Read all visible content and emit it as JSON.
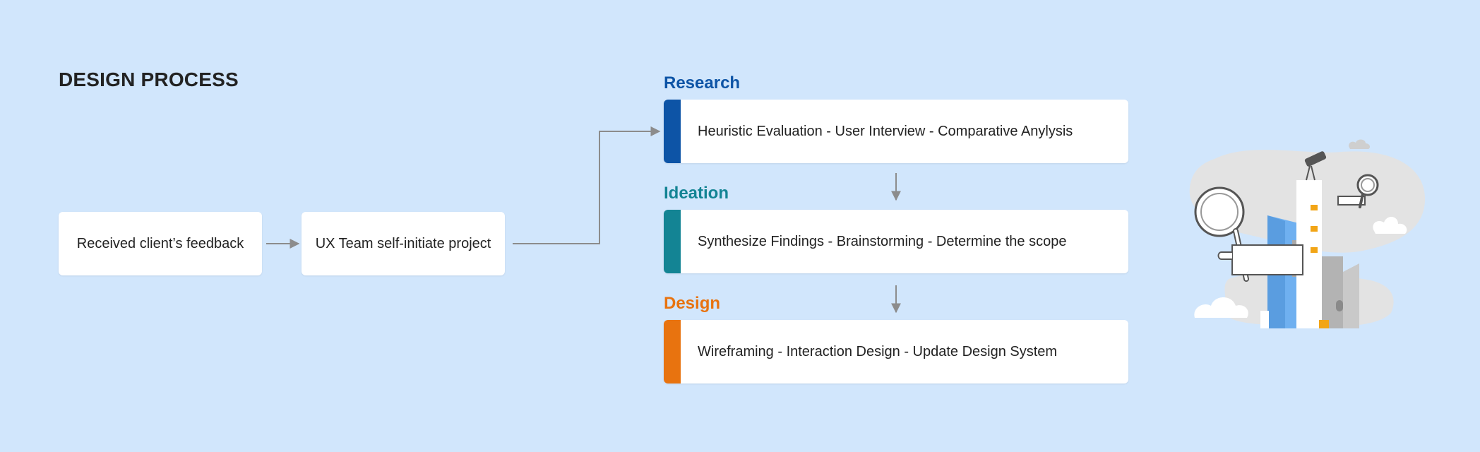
{
  "title": "DESIGN PROCESS",
  "steps": [
    {
      "label": "Received client’s feedback"
    },
    {
      "label": "UX Team self-initiate project"
    }
  ],
  "stages": [
    {
      "title": "Research",
      "description": "Heuristic Evaluation - User Interview - Comparative Anylysis",
      "color": "#0d54a6"
    },
    {
      "title": "Ideation",
      "description": "Synthesize Findings - Brainstorming - Determine the scope",
      "color": "#138494"
    },
    {
      "title": "Design",
      "description": "Wireframing - Interaction Design - Update Design System",
      "color": "#e8730f"
    }
  ],
  "colors": {
    "background": "#d1e6fc",
    "arrow": "#8c8c8c"
  }
}
